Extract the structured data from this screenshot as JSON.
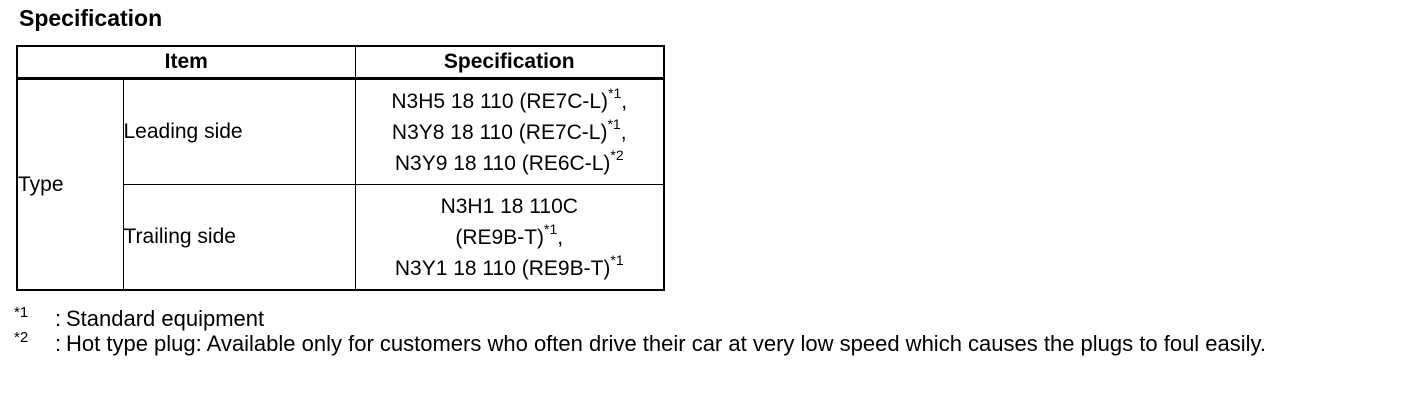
{
  "heading": "Specification",
  "table": {
    "col_item": "Item",
    "col_spec": "Specification",
    "type_label": "Type",
    "rows": [
      {
        "side": "Leading side",
        "lines": [
          {
            "text": "N3H5 18 110 (RE7C-L)",
            "note": "*1",
            "suffix": ","
          },
          {
            "text": "N3Y8 18 110 (RE7C-L)",
            "note": "*1",
            "suffix": ","
          },
          {
            "text": "N3Y9 18 110 (RE6C-L)",
            "note": "*2",
            "suffix": ""
          }
        ]
      },
      {
        "side": "Trailing side",
        "lines": [
          {
            "text": "N3H1 18 110C",
            "note": "",
            "suffix": ""
          },
          {
            "text": "(RE9B-T)",
            "note": "*1",
            "suffix": ","
          },
          {
            "text": "N3Y1 18 110 (RE9B-T)",
            "note": "*1",
            "suffix": ""
          }
        ]
      }
    ]
  },
  "notes": [
    {
      "mark": "*1",
      "colon": ":",
      "text": "Standard equipment"
    },
    {
      "mark": "*2",
      "colon": ":",
      "text": "Hot type plug: Available only for customers who often drive their car at very low speed which causes the plugs to foul easily."
    }
  ]
}
